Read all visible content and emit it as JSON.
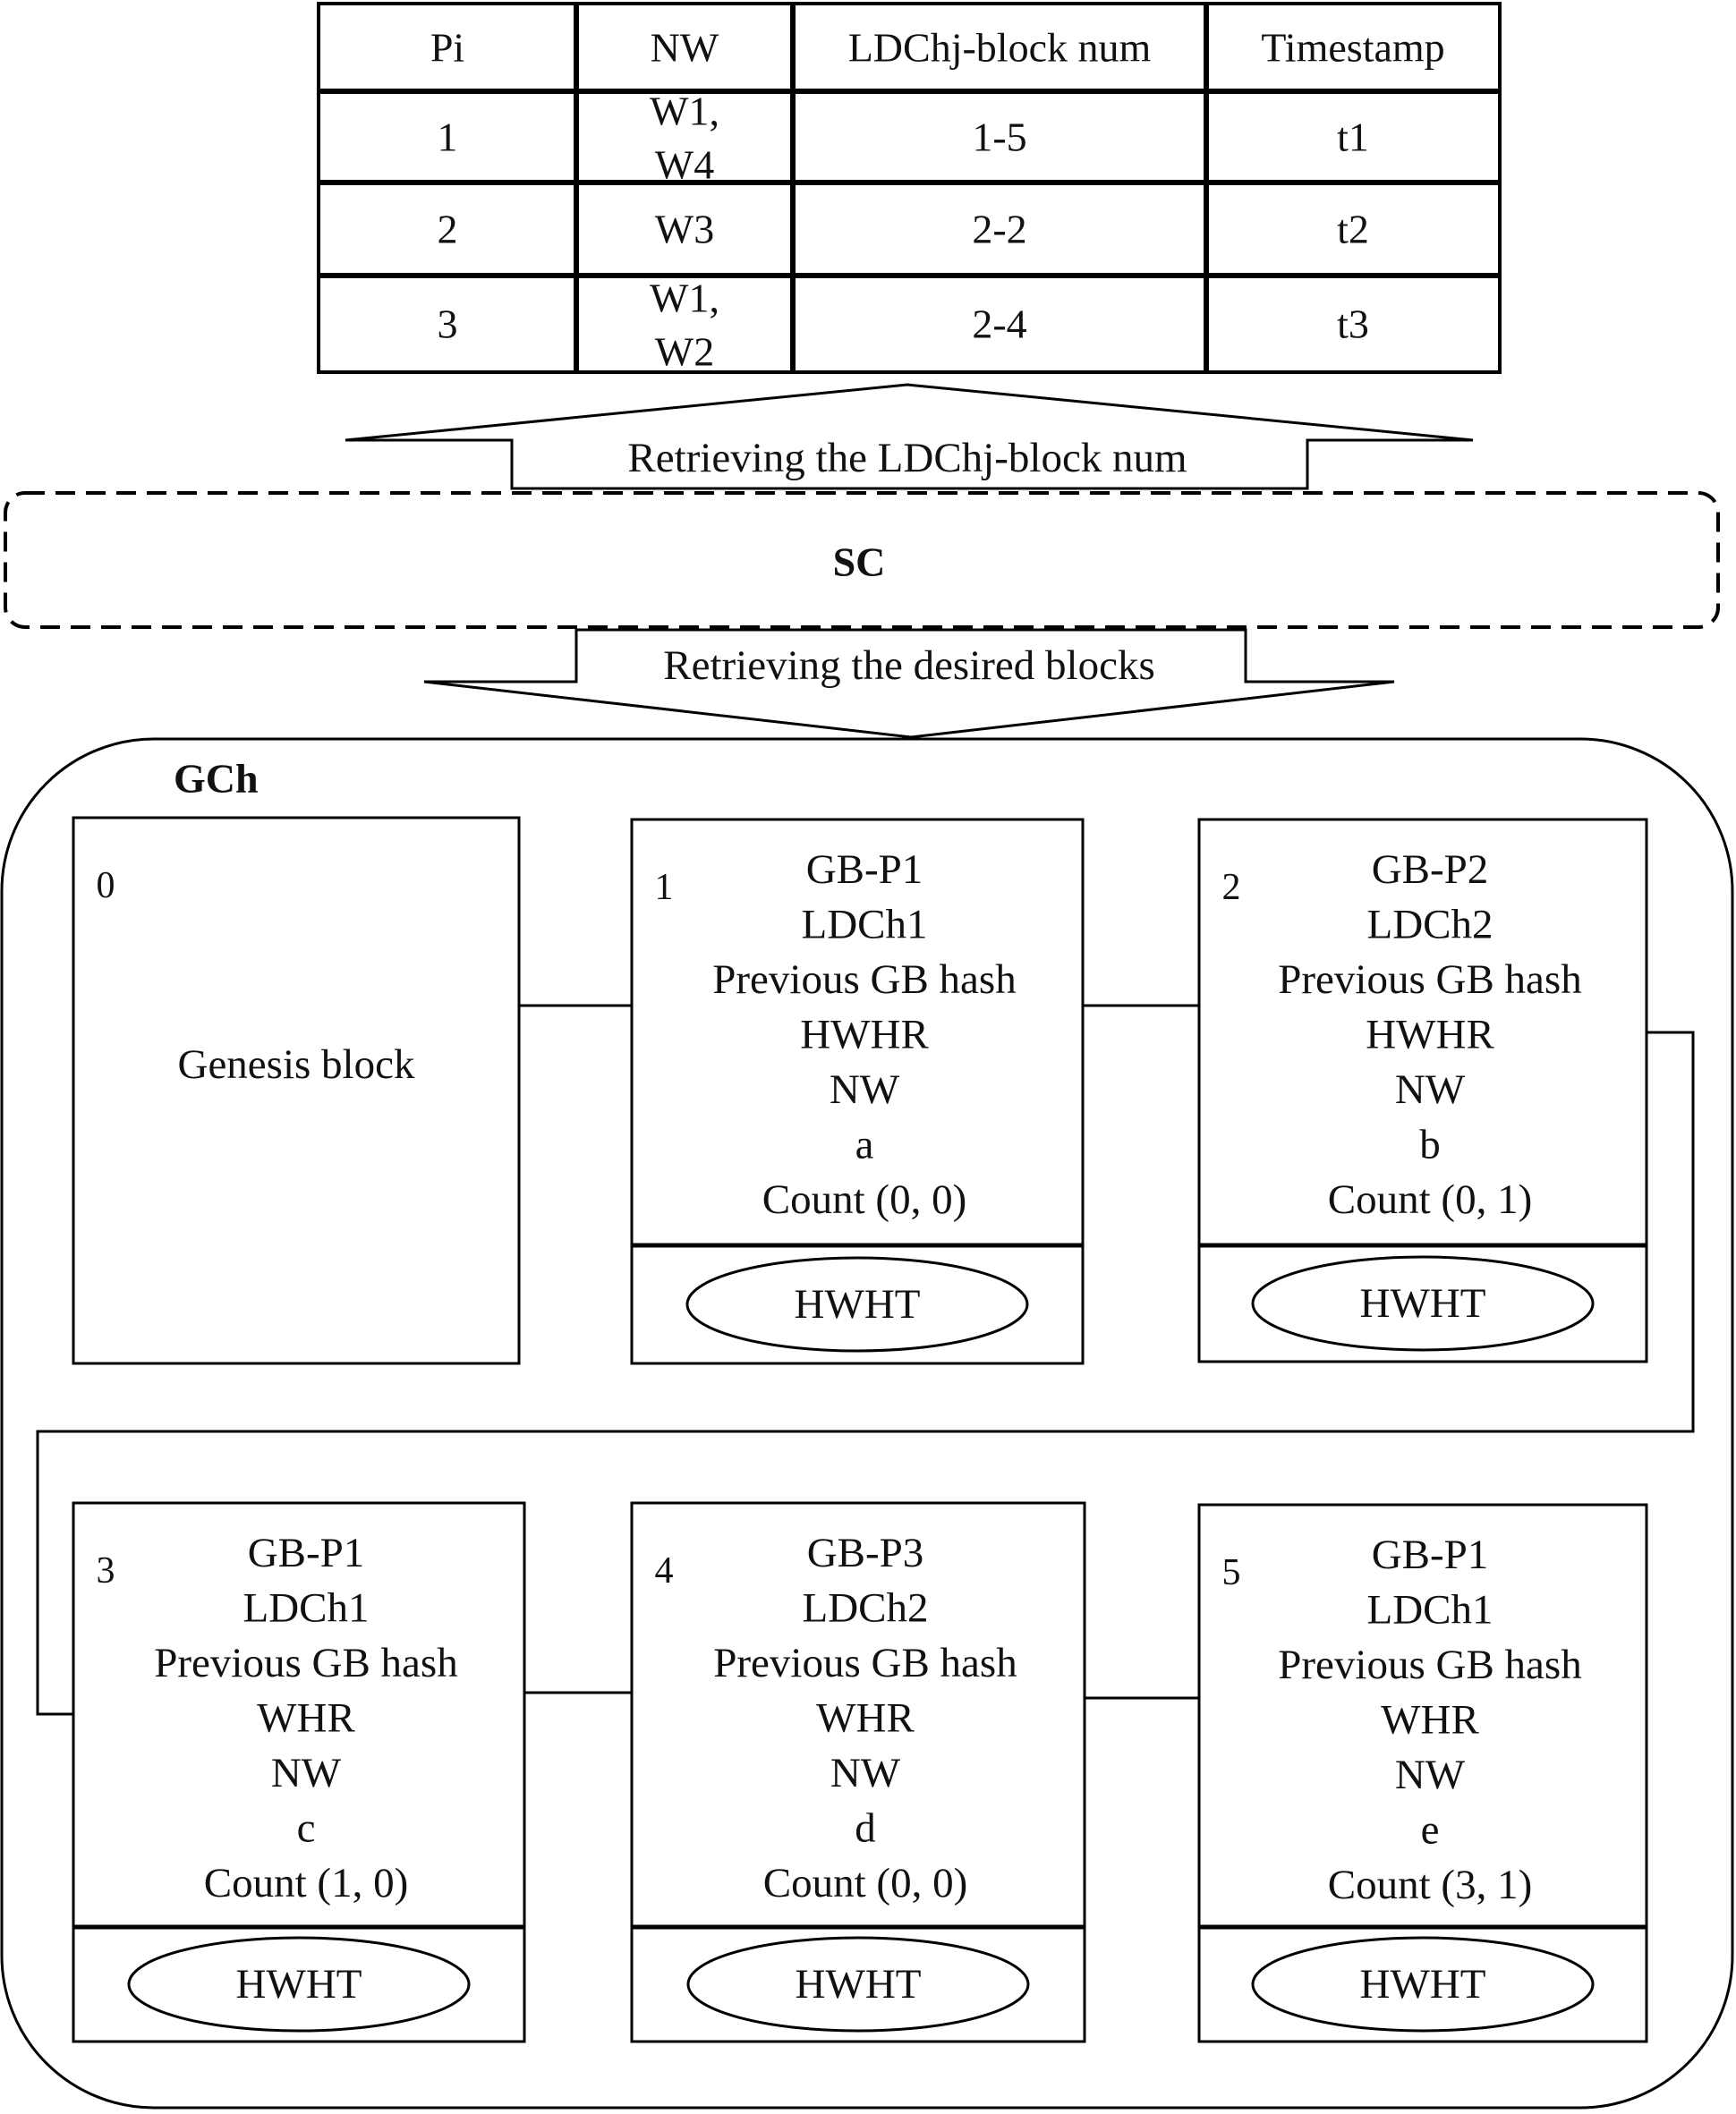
{
  "table": {
    "headers": [
      "Pi",
      "NW",
      "LDChj-block num",
      "Timestamp"
    ],
    "rows": [
      {
        "pi": "1",
        "nw": [
          "W1,",
          "W4"
        ],
        "block_num": "1-5",
        "timestamp": "t1"
      },
      {
        "pi": "2",
        "nw": [
          "W3"
        ],
        "block_num": "2-2",
        "timestamp": "t2"
      },
      {
        "pi": "3",
        "nw": [
          "W1,",
          "W2"
        ],
        "block_num": "2-4",
        "timestamp": "t3"
      }
    ]
  },
  "arrow_up_label": "Retrieving  the LDChj-block num",
  "sc_label": "SC",
  "arrow_down_label": "Retrieving  the desired blocks",
  "gch_label": "GCh",
  "blocks": [
    {
      "num": "0",
      "lines": [
        "Genesis block"
      ],
      "footer": null
    },
    {
      "num": "1",
      "lines": [
        "GB-P1",
        "LDCh1",
        "Previous GB hash",
        "HWHR",
        "NW",
        "a",
        "Count (0, 0)"
      ],
      "footer": "HWHT"
    },
    {
      "num": "2",
      "lines": [
        "GB-P2",
        "LDCh2",
        "Previous GB hash",
        "HWHR",
        "NW",
        "b",
        "Count (0, 1)"
      ],
      "footer": "HWHT"
    },
    {
      "num": "3",
      "lines": [
        "GB-P1",
        "LDCh1",
        "Previous GB hash",
        "WHR",
        "NW",
        "c",
        "Count (1, 0)"
      ],
      "footer": "HWHT"
    },
    {
      "num": "4",
      "lines": [
        "GB-P3",
        "LDCh2",
        "Previous GB hash",
        "WHR",
        "NW",
        "d",
        "Count (0, 0)"
      ],
      "footer": "HWHT"
    },
    {
      "num": "5",
      "lines": [
        "GB-P1",
        "LDCh1",
        "Previous GB hash",
        "WHR",
        "NW",
        "e",
        "Count (3, 1)"
      ],
      "footer": "HWHT"
    }
  ]
}
